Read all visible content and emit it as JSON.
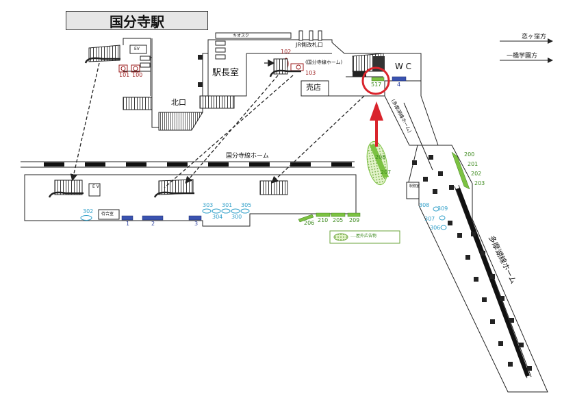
{
  "station_title": "国分寺駅",
  "labels": {
    "kiosk": "キオスク",
    "jr_gate": "JR側改札口",
    "ev": "EV",
    "ekichou": "駅長室",
    "kitaguchi": "北口",
    "kokubunji_home_note": "(国分寺線ホーム)",
    "baiten": "売店",
    "wc": "W C",
    "tamako_home_small": "(多摩湖線ホーム)",
    "kokubunji_home": "国分寺線ホーム",
    "tamako_home": "多摩湖線ホーム",
    "machiai": "待合室",
    "ev_small": "E V",
    "station_room": "駅務室",
    "koigakubo": "恋ヶ窪方",
    "hitotsubashi": "一橋学園方",
    "legend": "‥‥屋外広告物"
  },
  "red_numbers": [
    "101",
    "100",
    "102",
    "103"
  ],
  "blue_numbers": [
    "1",
    "2",
    "3",
    "4"
  ],
  "green_numbers": [
    "517",
    "208",
    "207",
    "200",
    "201",
    "202",
    "203",
    "206",
    "210",
    "205",
    "209"
  ],
  "cyan_numbers": [
    "302",
    "303",
    "301",
    "305",
    "304",
    "300",
    "308",
    "309",
    "307",
    "306"
  ],
  "colors": {
    "ad_blue": "#3a53b0",
    "ad_green": "#7cc242",
    "highlight_red": "#d9242c",
    "outdoor_fill": "#cfe9a8"
  }
}
